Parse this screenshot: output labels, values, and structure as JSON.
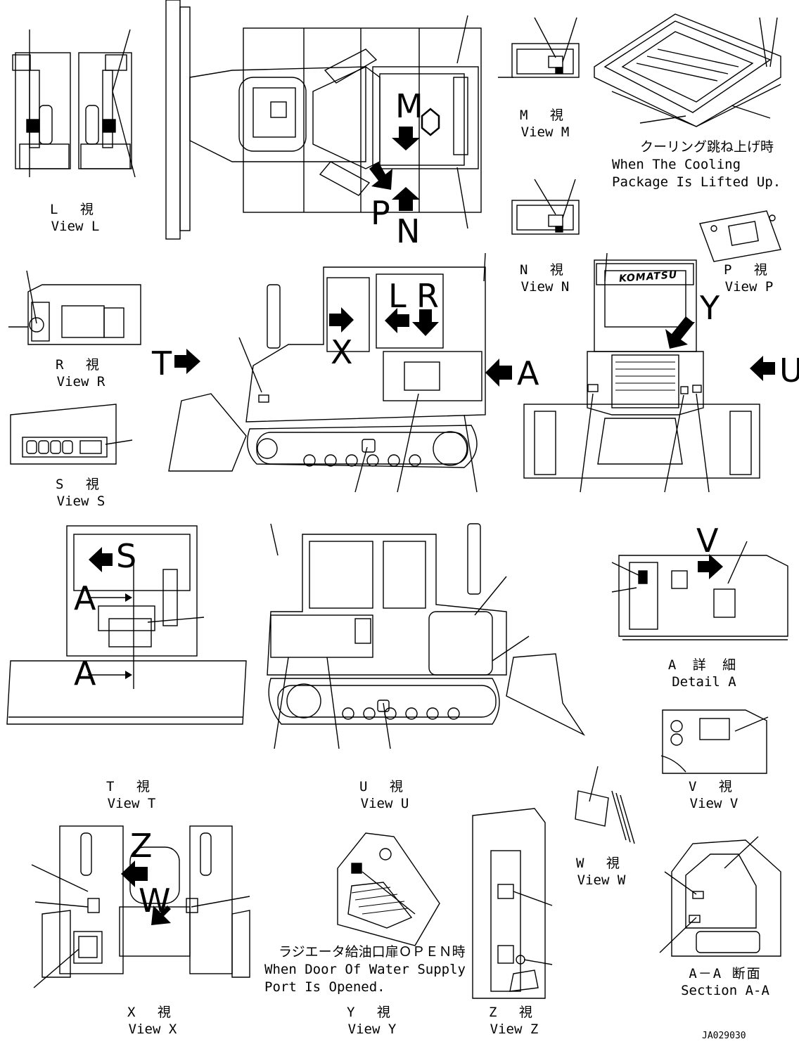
{
  "views": {
    "L": {
      "jp": "L 視",
      "en": "View L"
    },
    "M": {
      "jp": "M 視",
      "en": "View M"
    },
    "N": {
      "jp": "N 視",
      "en": "View N"
    },
    "P": {
      "jp": "P 視",
      "en": "View P"
    },
    "R": {
      "jp": "R 視",
      "en": "View R"
    },
    "S": {
      "jp": "S 視",
      "en": "View S"
    },
    "T": {
      "jp": "T 視",
      "en": "View T"
    },
    "U": {
      "jp": "U 視",
      "en": "View U"
    },
    "V": {
      "jp": "V 視",
      "en": "View V"
    },
    "W": {
      "jp": "W 視",
      "en": "View W"
    },
    "X": {
      "jp": "X 視",
      "en": "View X"
    },
    "Y": {
      "jp": "Y 視",
      "en": "View Y"
    },
    "Z": {
      "jp": "Z 視",
      "en": "View Z"
    },
    "detailA": {
      "jp": "A 詳 細",
      "en": "Detail A"
    },
    "sectionAA": {
      "jp": "A－A 断面",
      "en": "Section A-A"
    }
  },
  "notes": {
    "cooling_jp": "クーリング跳ね上げ時",
    "cooling_en1": "When The Cooling",
    "cooling_en2": "Package Is Lifted Up.",
    "radiator_jp": "ラジエータ給油口扉ＯＰＥＮ時",
    "radiator_en1": "When Door Of Water Supply",
    "radiator_en2": "Port Is Opened."
  },
  "markers": {
    "M": "M",
    "N": "N",
    "P": "P",
    "L": "L",
    "R": "R",
    "X": "X",
    "T": "T",
    "A": "A",
    "U": "U",
    "Y": "Y",
    "S": "S",
    "V": "V",
    "Z": "Z",
    "W": "W",
    "A1": "A",
    "A2": "A"
  },
  "brand": "KOMATSU",
  "drawing_code": "JA029030"
}
